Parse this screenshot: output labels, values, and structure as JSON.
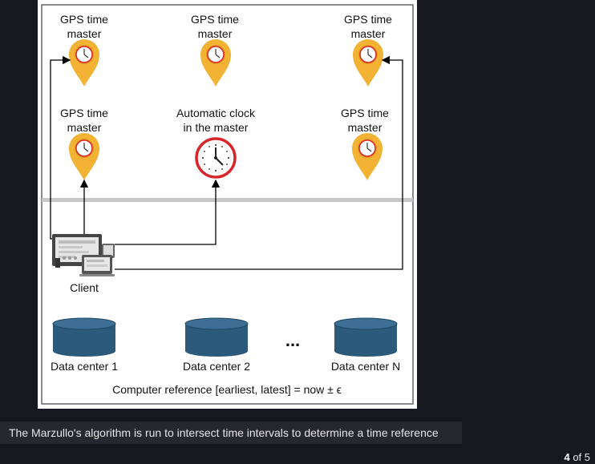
{
  "diagram": {
    "gps_label_line1": "GPS time",
    "gps_label_line2": "master",
    "auto_clock_line1": "Automatic clock",
    "auto_clock_line2": "in the master",
    "client_label": "Client",
    "datacenters": [
      "Data center 1",
      "Data center 2",
      "Data center N"
    ],
    "ellipsis": "...",
    "reference_text": "Computer reference [earliest, latest] = now ± ϵ",
    "colors": {
      "pin": "#f2b233",
      "pin_dark": "#e39a1f",
      "clock_red": "#d9262b",
      "database": "#2b5a7a",
      "divider": "#c7c7c7"
    }
  },
  "caption": "The Marzullo's algorithm is run to intersect time intervals to determine a time reference",
  "pager": {
    "current": "4",
    "rest": "of 5"
  }
}
